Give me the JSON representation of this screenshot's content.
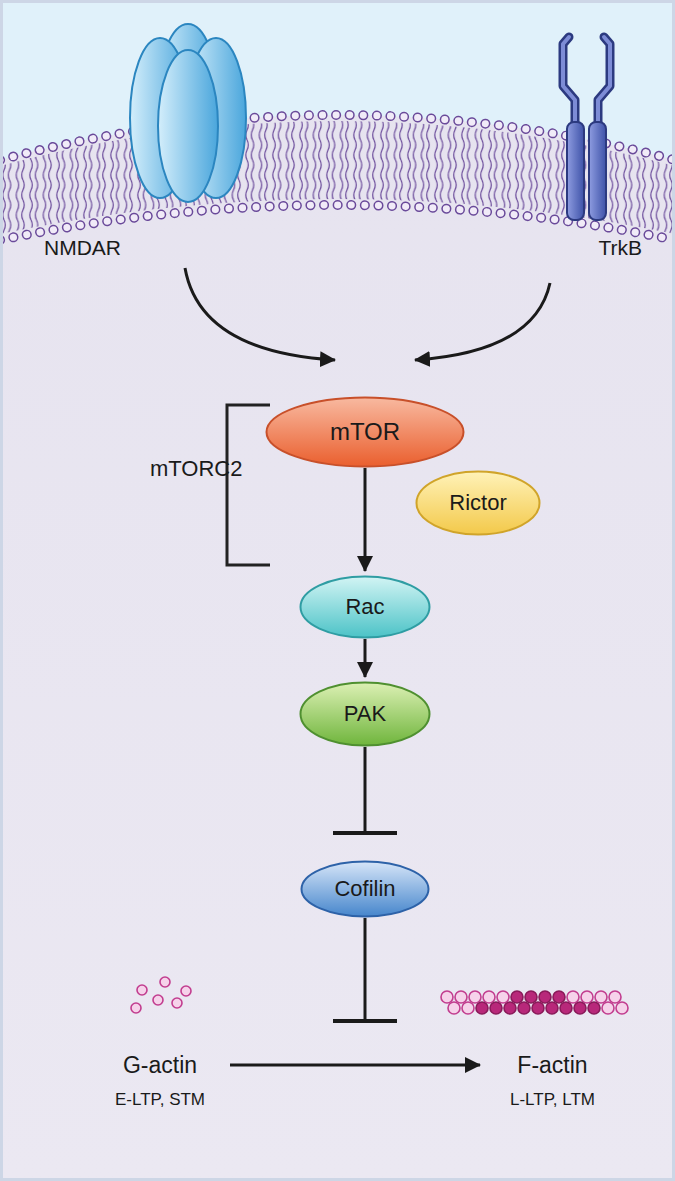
{
  "diagram": {
    "nodes": [
      {
        "text": [
          "NMDAR"
        ]
      },
      {
        "text": [
          "TrkB"
        ]
      },
      {
        "text": [
          "mTOR"
        ]
      },
      {
        "text": [
          "Rictor"
        ]
      },
      {
        "text": [
          "Rac"
        ]
      },
      {
        "text": [
          "PAK"
        ]
      },
      {
        "text": [
          "Cofilin"
        ]
      },
      {
        "text": [
          "G-actin",
          "E-LTP, STM"
        ]
      },
      {
        "text": [
          "F-actin",
          "L-LTP, LTM"
        ]
      }
    ],
    "edges": [
      {
        "from": 0,
        "to": 2,
        "arrow": "to"
      },
      {
        "from": 1,
        "to": 2,
        "arrow": "to"
      },
      {
        "from": 2,
        "to": 4,
        "arrow": "to"
      },
      {
        "from": 4,
        "to": 5,
        "arrow": "to"
      },
      {
        "from": 5,
        "to": 6,
        "arrow": "to"
      },
      {
        "from": 7,
        "to": 8,
        "arrow": "to"
      }
    ],
    "labels": [
      "mTORC2"
    ]
  }
}
